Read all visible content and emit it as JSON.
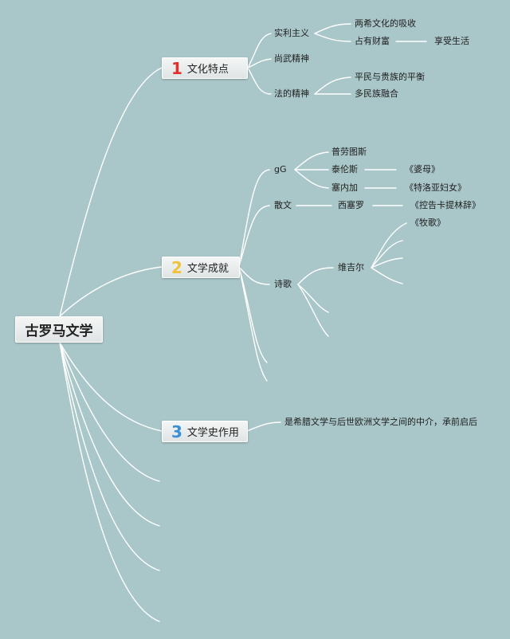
{
  "root": {
    "label": "古罗马文学"
  },
  "branches": [
    {
      "number": "1",
      "number_color": "#e03030",
      "label": "文化特点",
      "children": [
        {
          "label": "实利主义",
          "children": [
            {
              "label": "两希文化的吸收"
            },
            {
              "label": "占有财富",
              "detail": "享受生活"
            }
          ]
        },
        {
          "label": "尚武精神"
        },
        {
          "label": "法的精神",
          "children": [
            {
              "label": "平民与贵族的平衡"
            },
            {
              "label": "多民族融合"
            }
          ]
        }
      ]
    },
    {
      "number": "2",
      "number_color": "#f0c23a",
      "label": "文学成就",
      "children": [
        {
          "label": "gG",
          "children": [
            {
              "label": "普劳图斯"
            },
            {
              "label": "泰伦斯",
              "work": "《婆母》"
            },
            {
              "label": "塞内加",
              "work": "《特洛亚妇女》"
            }
          ]
        },
        {
          "label": "散文",
          "children": [
            {
              "label": "西塞罗",
              "work": "《控告卡提林辞》"
            }
          ]
        },
        {
          "label": "诗歌",
          "children": [
            {
              "label": "维吉尔",
              "works": [
                "《牧歌》"
              ]
            }
          ]
        }
      ]
    },
    {
      "number": "3",
      "number_color": "#3a8fd6",
      "label": "文学史作用",
      "children": [
        {
          "label": "是希腊文学与后世欧洲文学之间的中介，承前启后"
        }
      ]
    }
  ]
}
